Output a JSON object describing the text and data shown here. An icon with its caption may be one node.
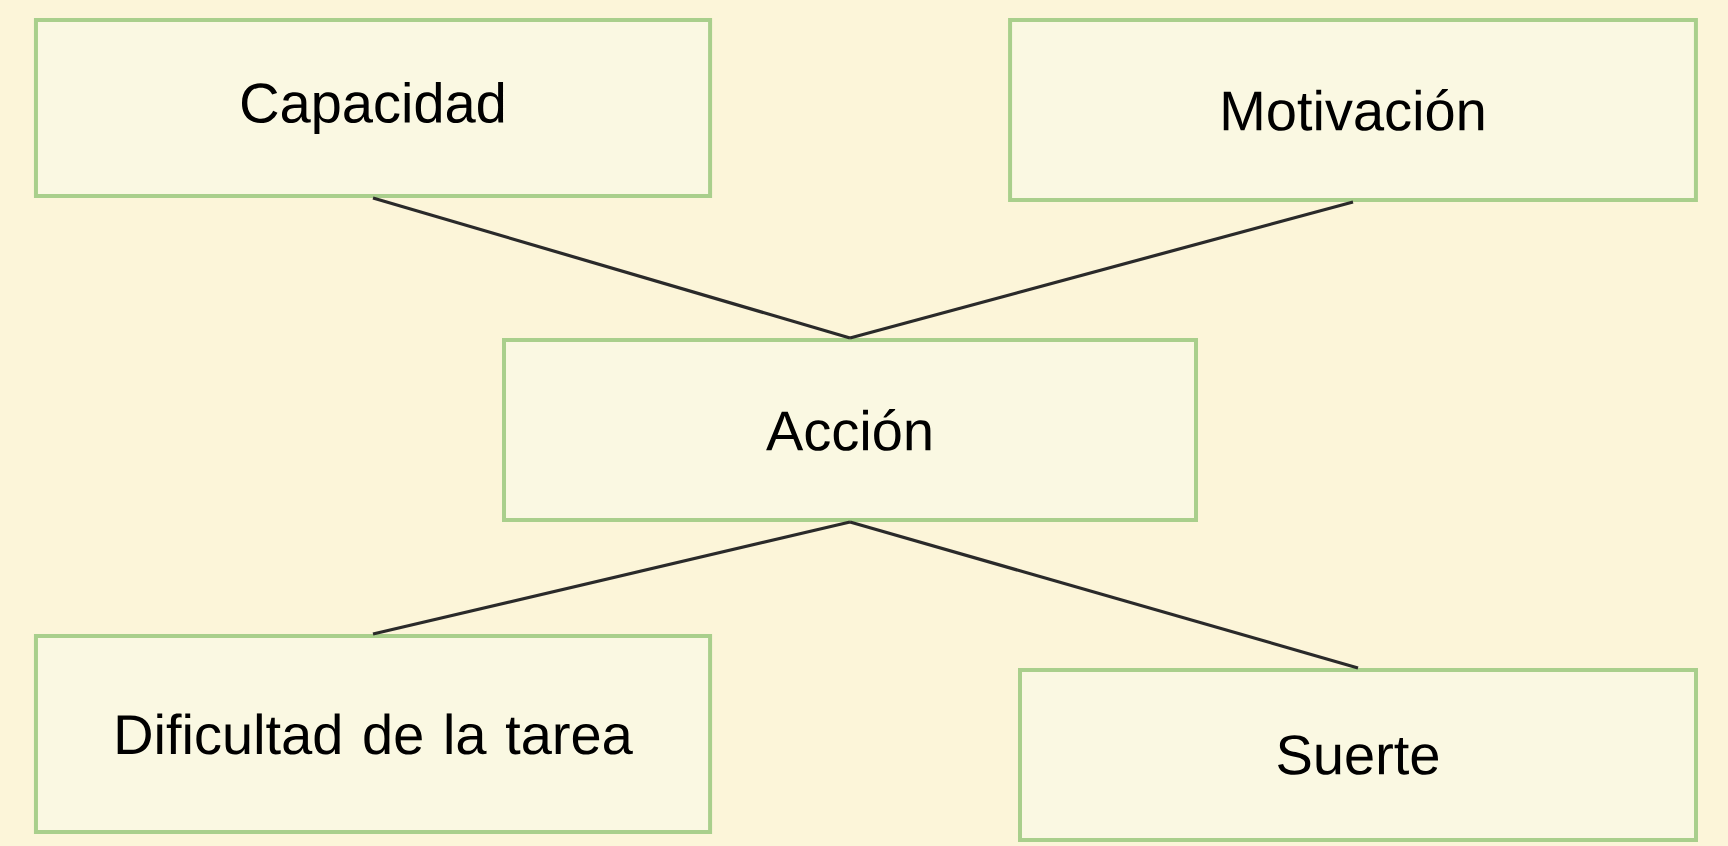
{
  "diagram": {
    "nodes": [
      {
        "text": [
          "Capacidad"
        ]
      },
      {
        "text": [
          "Motivación"
        ]
      },
      {
        "text": [
          "Acción"
        ]
      },
      {
        "text": [
          "Dificultad de la tarea"
        ]
      },
      {
        "text": [
          "Suerte"
        ]
      }
    ],
    "edges": [
      {
        "from": 0,
        "to": 2,
        "arrow": "none"
      },
      {
        "from": 1,
        "to": 2,
        "arrow": "none"
      },
      {
        "from": 2,
        "to": 3,
        "arrow": "none"
      },
      {
        "from": 2,
        "to": 4,
        "arrow": "none"
      }
    ]
  }
}
